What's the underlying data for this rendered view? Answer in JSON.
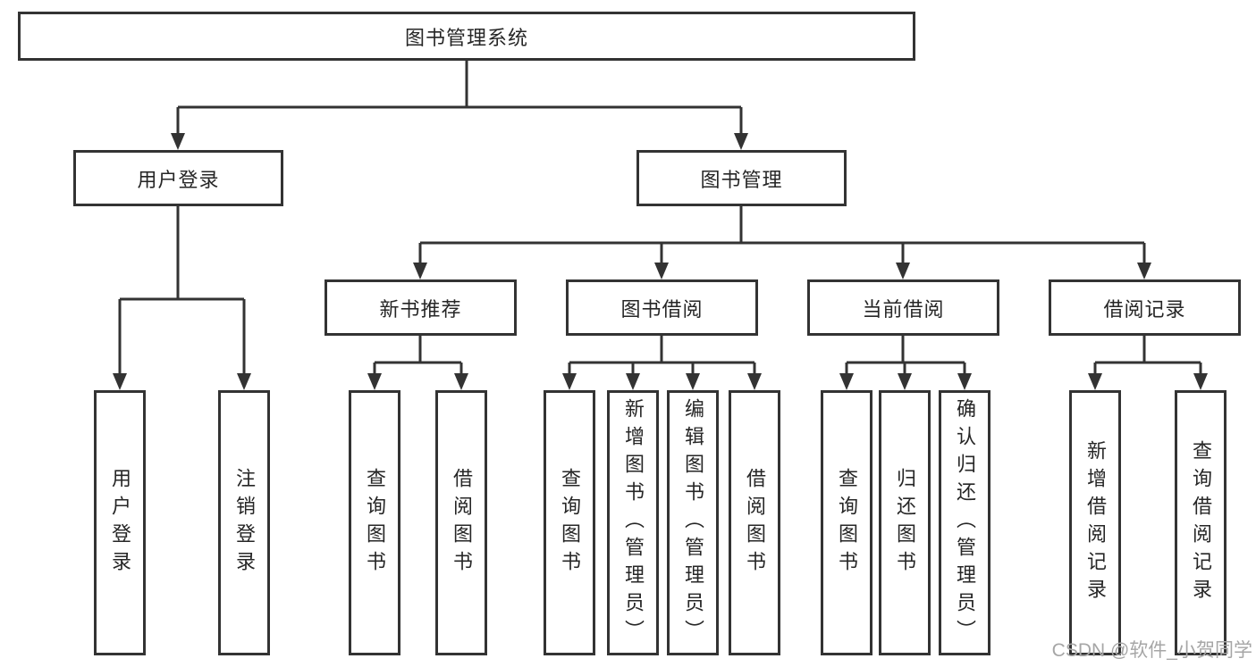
{
  "colors": {
    "line": "#333333",
    "text": "#262626",
    "watermark": "#a6a6a6",
    "background": "#ffffff"
  },
  "tree": {
    "root": {
      "label": "图书管理系统"
    },
    "branches": [
      {
        "label": "用户登录",
        "children": [
          {
            "label": "用户登录"
          },
          {
            "label": "注销登录"
          }
        ]
      },
      {
        "label": "图书管理",
        "children": [
          {
            "label": "新书推荐",
            "children": [
              {
                "label": "查询图书"
              },
              {
                "label": "借阅图书"
              }
            ]
          },
          {
            "label": "图书借阅",
            "children": [
              {
                "label": "查询图书"
              },
              {
                "label": "新增图书（管理员）"
              },
              {
                "label": "编辑图书（管理员）"
              },
              {
                "label": "借阅图书"
              }
            ]
          },
          {
            "label": "当前借阅",
            "children": [
              {
                "label": "查询图书"
              },
              {
                "label": "归还图书"
              },
              {
                "label": "确认归还（管理员）"
              }
            ]
          },
          {
            "label": "借阅记录",
            "children": [
              {
                "label": "新增借阅记录"
              },
              {
                "label": "查询借阅记录"
              }
            ]
          }
        ]
      }
    ]
  },
  "watermark": {
    "text": "CSDN @软件_小贺同学"
  }
}
